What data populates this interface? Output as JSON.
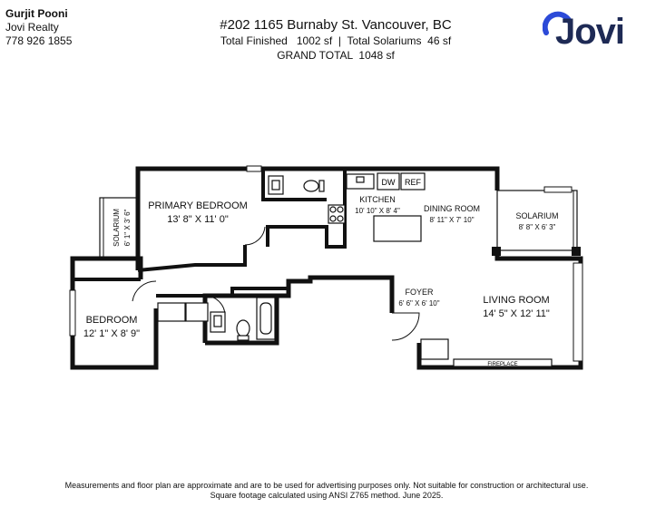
{
  "agent": {
    "name": "Gurjit Pooni",
    "company": "Jovi Realty",
    "phone": "778 926 1855"
  },
  "brand": {
    "logo_text": "Jovi",
    "color": "#1e2a55",
    "accent": "#2c4ad8"
  },
  "header": {
    "address": "#202 1165 Burnaby St. Vancouver, BC",
    "totals": "Total Finished   1002 sf  |  Total Solariums  46 sf",
    "grand_total": "GRAND TOTAL  1048 sf"
  },
  "rooms": {
    "primary_bedroom": {
      "name": "PRIMARY BEDROOM",
      "dims": "13' 8\" X 11' 0\""
    },
    "kitchen": {
      "name": "KITCHEN",
      "dims": "10' 10\" X 8' 4\""
    },
    "dining_room": {
      "name": "DINING ROOM",
      "dims": "8' 11\" X 7' 10\""
    },
    "solarium_right": {
      "name": "SOLARIUM",
      "dims": "8' 8\" X 6' 3\""
    },
    "solarium_left": {
      "name": "SOLARIUM",
      "dims": "6' 1\" X 3' 6\""
    },
    "bedroom": {
      "name": "BEDROOM",
      "dims": "12' 1\" X 8' 9\""
    },
    "foyer": {
      "name": "FOYER",
      "dims": "6' 6\" X 6' 10\""
    },
    "living_room": {
      "name": "LIVING ROOM",
      "dims": "14' 5\" X 12' 11\""
    }
  },
  "fixtures": {
    "dishwasher": "DW",
    "fridge": "REF",
    "fireplace": "FIREPLACE"
  },
  "disclaimer": {
    "line1": "Measurements and floor plan are approximate and are to be used for advertising purposes only. Not suitable for construction or architectural use.",
    "line2": "Square footage calculated using ANSI Z765 method. June 2025."
  }
}
